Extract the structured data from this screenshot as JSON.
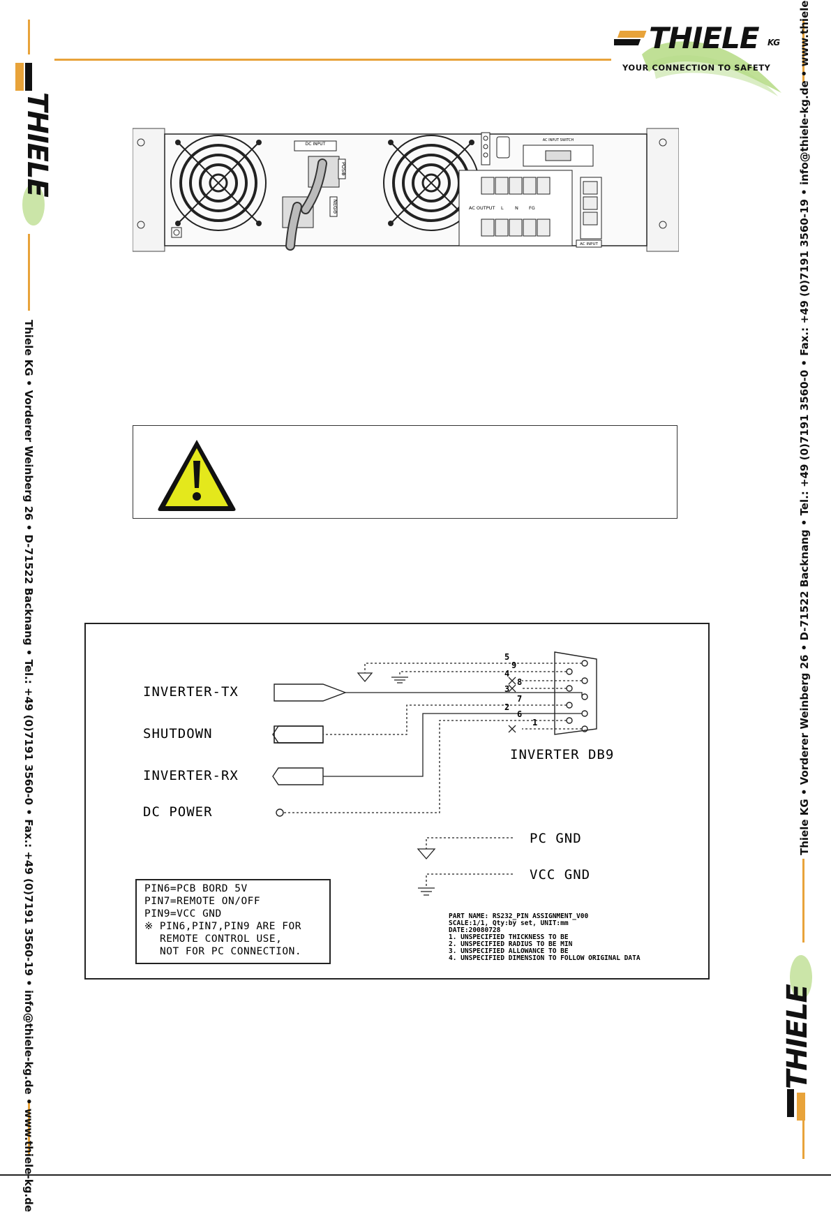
{
  "branding": {
    "logo_word": "THIELE",
    "logo_suffix": "KG",
    "tagline": "YOUR CONNECTION TO SAFETY",
    "side_left_text": "Thiele KG • Vorderer Weinberg 26 • D-71522 Backnang • Tel.: +49 (0)7191 3560-0 • Fax.: +49 (0)7191 3560-19 • info@thiele-kg.de • www.thiele-kg.de",
    "side_right_text": "Thiele KG • Vorderer Weinberg 26 • D-71522 Backnang • Tel.: +49 (0)7191 3560-0 • Fax.: +49 (0)7191 3560-19 • info@thiele-kg.de • www.thiele-kg.de",
    "accent_color": "#e8a33a",
    "green_color": "#8cc63f"
  },
  "rear_panel": {
    "dc_input": "DC INPUT",
    "pos": "POS⊕",
    "neg": "NEG⊖",
    "ac_output": "AC OUTPUT",
    "l": "L",
    "n": "N",
    "fg": "FG",
    "ac_input": "AC INPUT",
    "ac_input_switch": "AC INPUT SWITCH"
  },
  "warning": {
    "icon": "warning-triangle-icon"
  },
  "diagram": {
    "signals": [
      "INVERTER-TX",
      "SHUTDOWN",
      "INVERTER-RX",
      "DC POWER"
    ],
    "connector_label": "INVERTER DB9",
    "pin_numbers_top": [
      "5",
      "4",
      "3",
      "2",
      "1"
    ],
    "pin_numbers_bottom": [
      "9",
      "8",
      "7",
      "6"
    ],
    "pc_gnd": "PC GND",
    "vcc_gnd": "VCC GND",
    "notes": [
      "PIN6=PCB BORD 5V",
      "PIN7=REMOTE ON/OFF",
      "PIN9=VCC GND",
      "※ PIN6,PIN7,PIN9 ARE FOR",
      "REMOTE CONTROL USE,",
      "NOT FOR PC CONNECTION."
    ],
    "part_info": [
      "PART NAME:  RS232_PIN ASSIGNMENT_V00",
      "SCALE:1/1, Qty:by set, UNIT:mm",
      "DATE:20080728",
      "1. UNSPECIFIED THICKNESS TO BE",
      "2. UNSPECIFIED RADIUS TO BE MIN",
      "3. UNSPECIFIED ALLOWANCE TO BE",
      "4. UNSPECIFIED DIMENSION TO FOLLOW ORIGINAL DATA"
    ]
  }
}
